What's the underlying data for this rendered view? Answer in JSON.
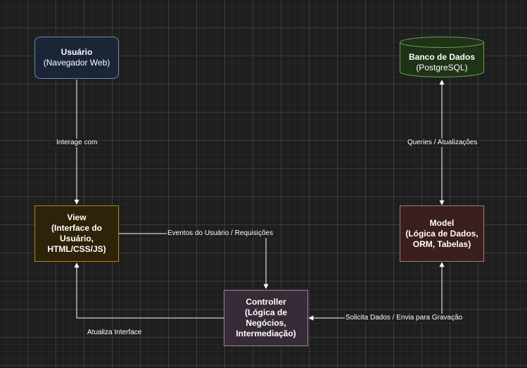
{
  "nodes": {
    "user": {
      "title": "Usuário",
      "subtitle": "(Navegador Web)"
    },
    "database": {
      "title": "Banco de Dados",
      "subtitle": "(PostgreSQL)"
    },
    "view": {
      "title": "View",
      "line1": "(Interface do Usuário,",
      "line2": "HTML/CSS/JS)"
    },
    "model": {
      "title": "Model",
      "line1": "(Lógica de Dados,",
      "line2": "ORM, Tabelas)"
    },
    "controller": {
      "title": "Controller",
      "line1": "(Lógica de Negócios,",
      "line2": "Intermediação)"
    }
  },
  "edges": {
    "user_to_view": "Interage com",
    "model_db": "Queries / Atualizações",
    "view_to_controller": "Eventos do Usuário / Requisições",
    "controller_to_view": "Atualiza Interface",
    "model_controller": "Solicita Dados / Envia para Gravação"
  },
  "colors": {
    "background": "#1e1e1e",
    "edge": "#ffffff",
    "user_fill": "#1a2637",
    "db_fill": "#1f3317",
    "view_fill": "#2e2208",
    "model_fill": "#3a1f1e",
    "controller_fill": "#372b38"
  }
}
